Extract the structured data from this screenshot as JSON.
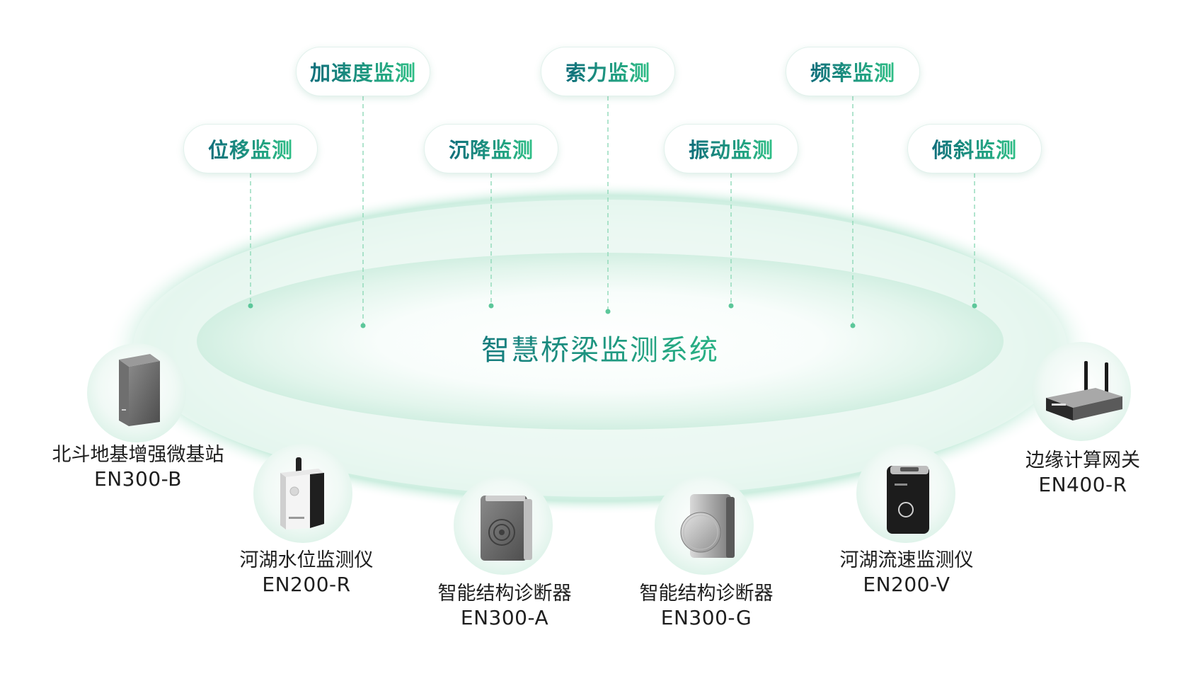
{
  "system": {
    "title": "智慧桥梁监测系统"
  },
  "monitors": [
    {
      "label": "加速度监测"
    },
    {
      "label": "索力监测"
    },
    {
      "label": "频率监测"
    },
    {
      "label": "位移监测"
    },
    {
      "label": "沉降监测"
    },
    {
      "label": "振动监测"
    },
    {
      "label": "倾斜监测"
    }
  ],
  "devices": [
    {
      "name": "北斗地基增强微基站",
      "model": "EN300-B",
      "icon": "gnss-base-station-icon"
    },
    {
      "name": "河湖水位监测仪",
      "model": "EN200-R",
      "icon": "water-level-meter-icon"
    },
    {
      "name": "智能结构诊断器",
      "model": "EN300-A",
      "icon": "structure-diagnoser-a-icon"
    },
    {
      "name": "智能结构诊断器",
      "model": "EN300-G",
      "icon": "structure-diagnoser-g-icon"
    },
    {
      "name": "河湖流速监测仪",
      "model": "EN200-V",
      "icon": "flow-velocity-meter-icon"
    },
    {
      "name": "边缘计算网关",
      "model": "EN400-R",
      "icon": "edge-gateway-icon"
    }
  ],
  "colors": {
    "accent_dark": "#0f6e7b",
    "accent_light": "#2fbf86",
    "ring": "#d6f1e6",
    "text": "#1e1e1e"
  }
}
